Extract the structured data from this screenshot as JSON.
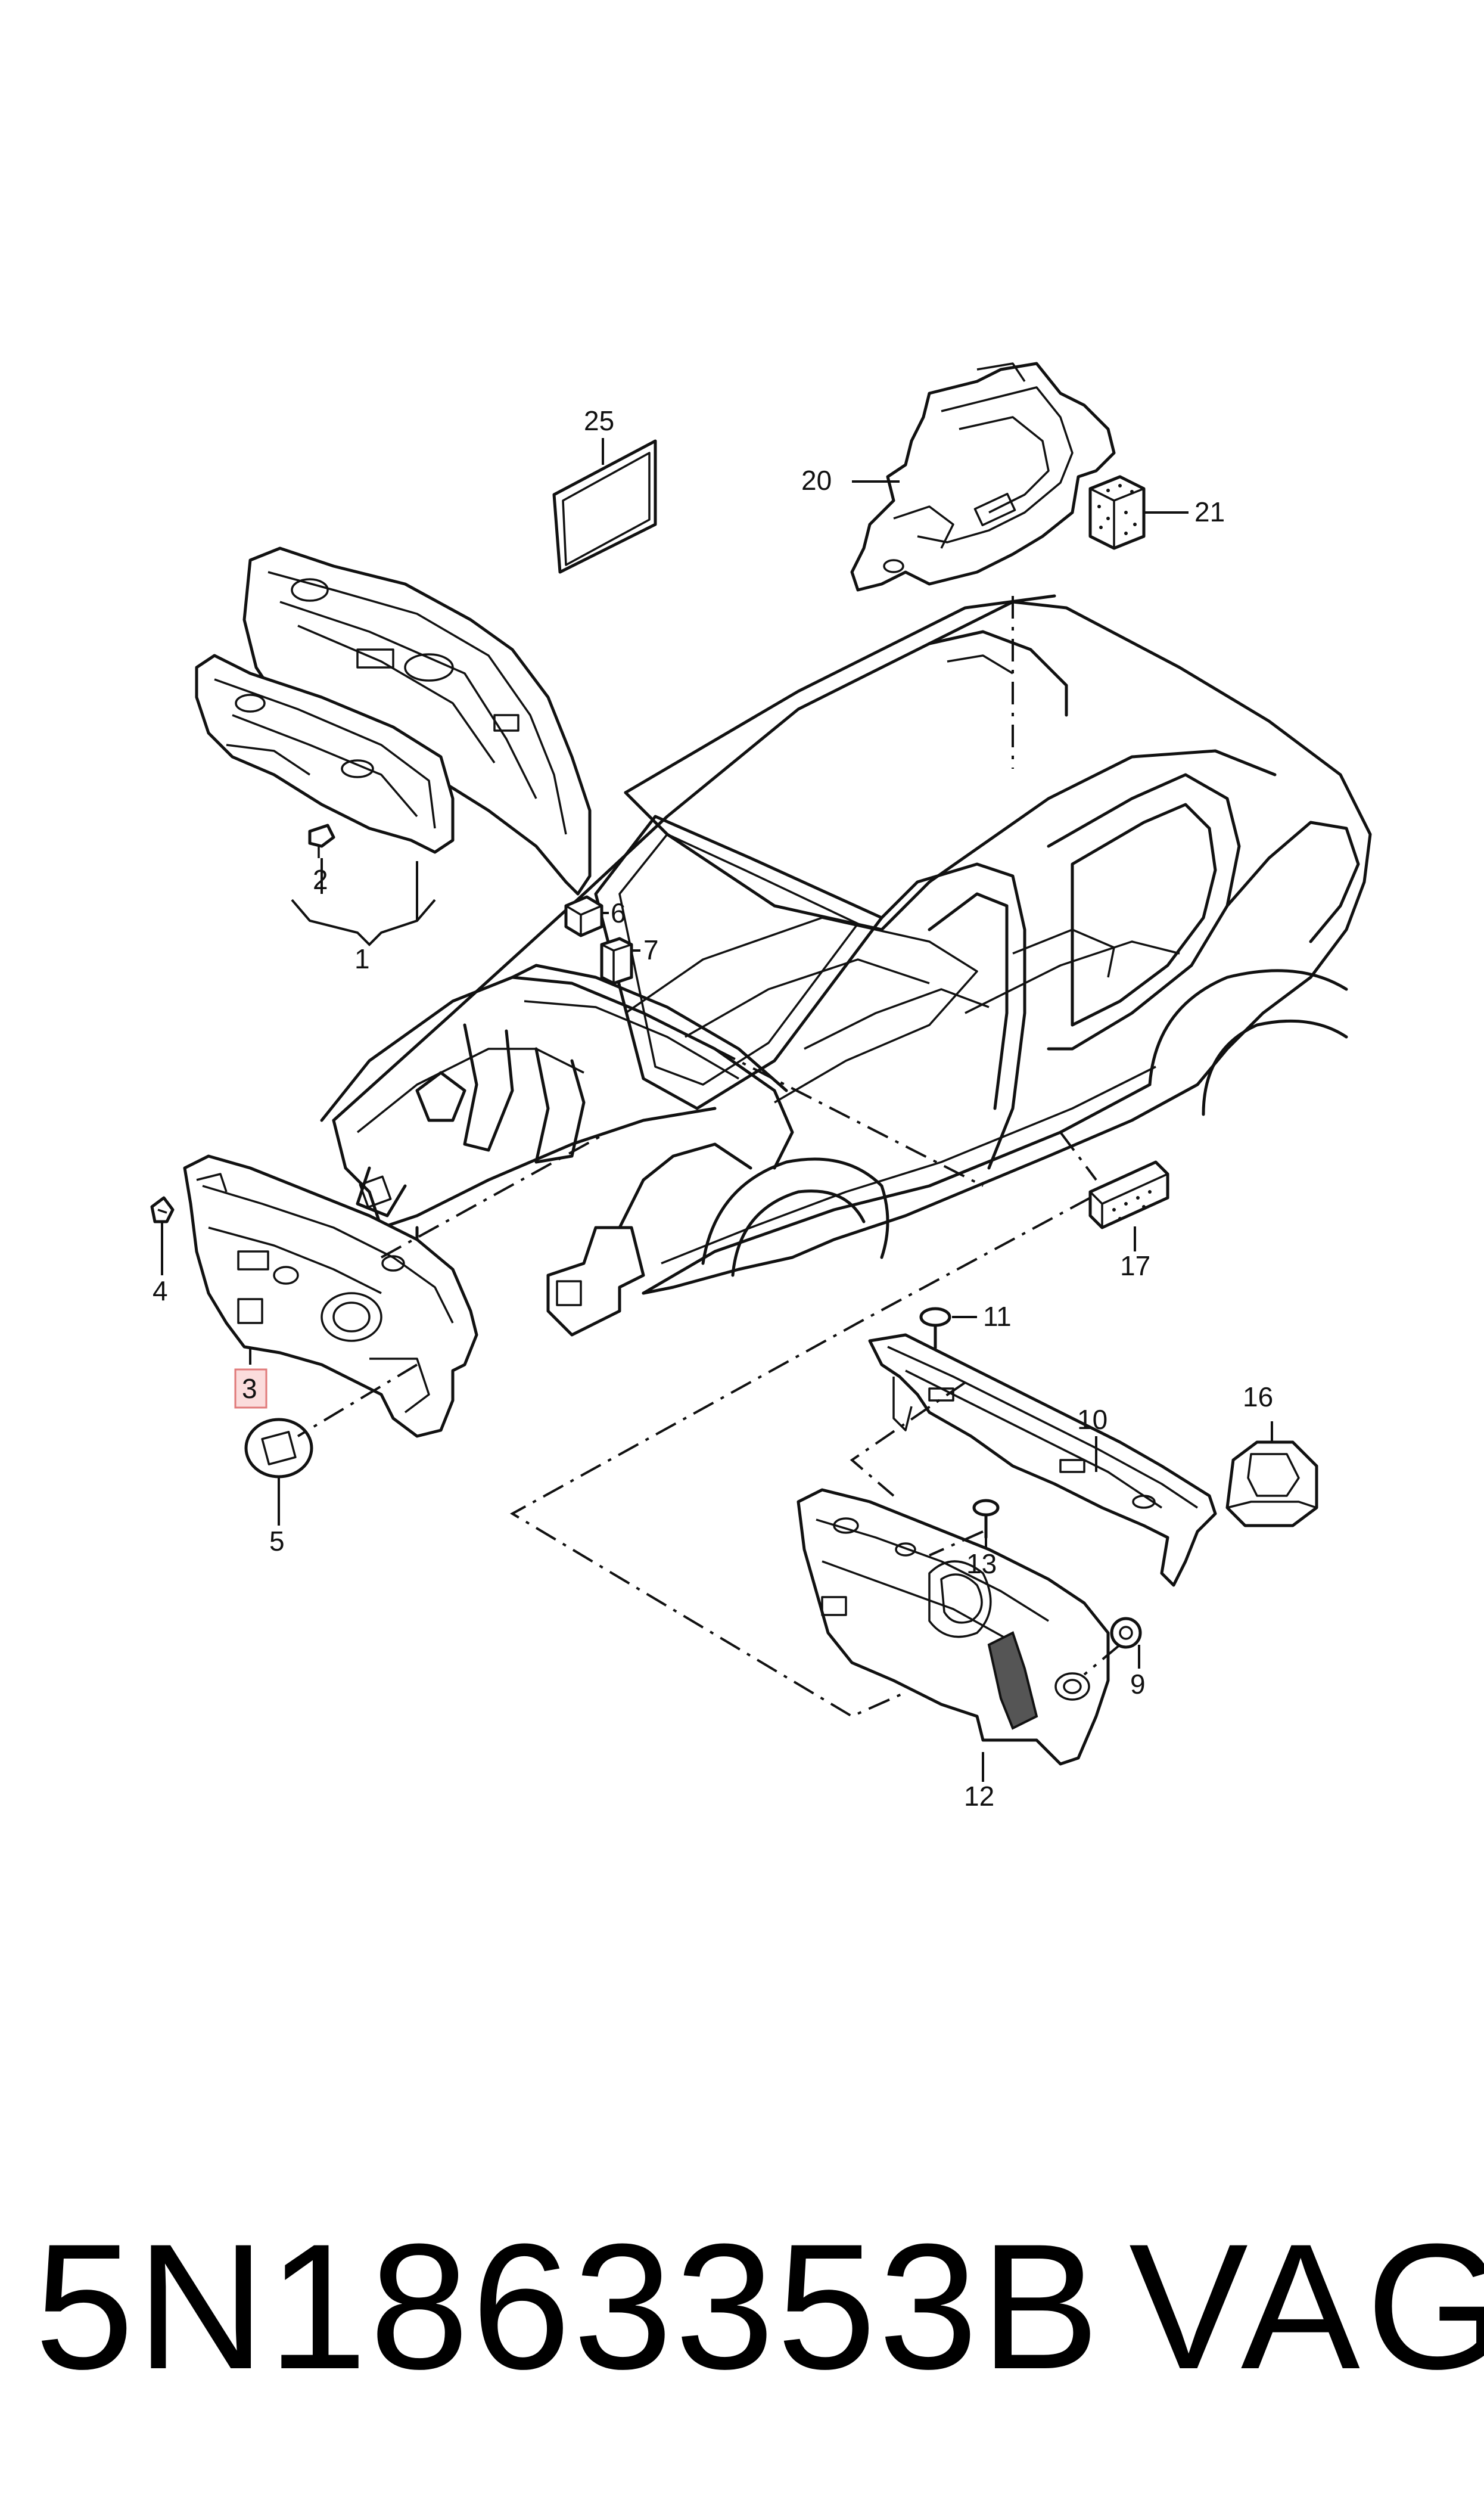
{
  "callouts": {
    "c1": "1",
    "c2": "2",
    "c3": "3",
    "c4": "4",
    "c5": "5",
    "c6": "6",
    "c7": "7",
    "c9": "9",
    "c10": "10",
    "c11": "11",
    "c12": "12",
    "c13": "13",
    "c16": "16",
    "c17": "17",
    "c20": "20",
    "c21": "21",
    "c25": "25"
  },
  "highlighted_callout": "3",
  "footer": {
    "part_number": "5N1863353B",
    "brand": "VAG"
  },
  "colors": {
    "line": "#111111",
    "highlight_fill": "#fbdcdc",
    "highlight_stroke": "#e07a7a"
  }
}
